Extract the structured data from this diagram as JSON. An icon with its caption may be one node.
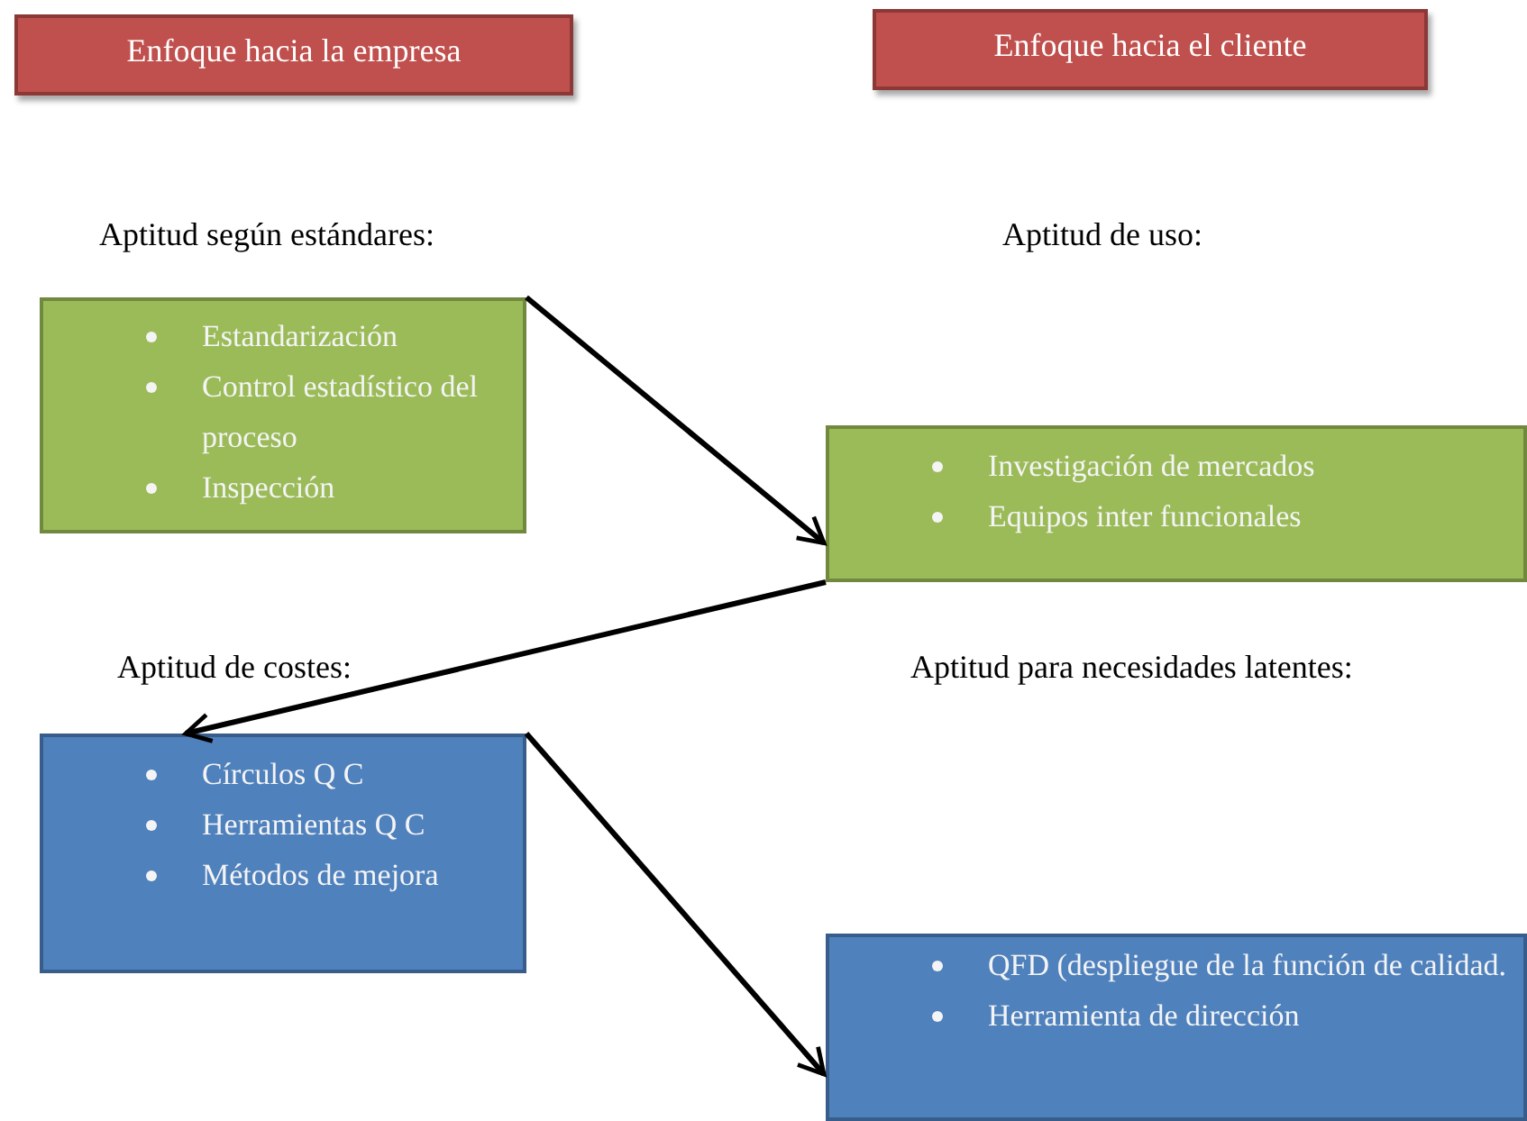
{
  "diagram": {
    "nodes": [
      {
        "text": [
          "Enfoque hacia la empresa"
        ]
      },
      {
        "text": [
          "Enfoque hacia el cliente"
        ]
      },
      {
        "text": [
          "Estandarización",
          "Control estadístico del proceso",
          "Inspección"
        ]
      },
      {
        "text": [
          "Investigación de mercados",
          "Equipos inter funcionales"
        ]
      },
      {
        "text": [
          "Círculos Q C",
          "Herramientas Q C",
          "Métodos de mejora"
        ]
      },
      {
        "text": [
          "QFD (despliegue de la función de calidad.",
          "Herramienta de dirección"
        ]
      }
    ],
    "edges": [
      {
        "from": 2,
        "to": 3,
        "arrow": "to"
      },
      {
        "from": 3,
        "to": 4,
        "arrow": "to"
      },
      {
        "from": 4,
        "to": 5,
        "arrow": "to"
      }
    ],
    "labels": [
      "Aptitud según estándares:",
      "Aptitud de uso:",
      "Aptitud de costes:",
      "Aptitud para necesidades latentes:"
    ]
  }
}
